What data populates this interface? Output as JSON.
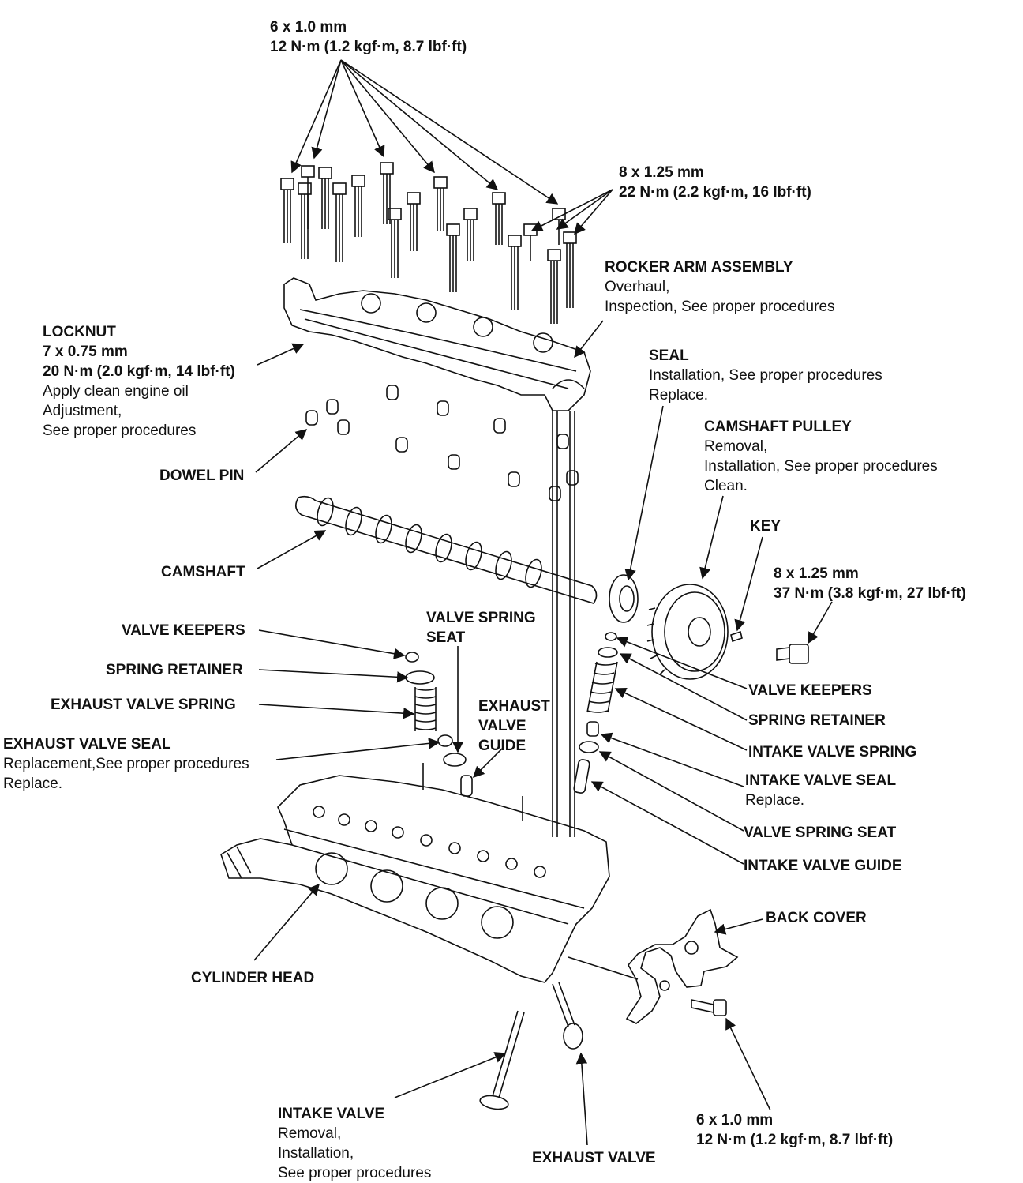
{
  "callouts": {
    "bolts_top": {
      "size": "6 x 1.0 mm",
      "torque": "12 N·m (1.2 kgf·m, 8.7 lbf·ft)"
    },
    "bolts_right": {
      "size": "8 x 1.25 mm",
      "torque": "22 N·m (2.2 kgf·m, 16 lbf·ft)"
    },
    "rocker_arm_assembly": {
      "title": "ROCKER ARM ASSEMBLY",
      "line1": "Overhaul,",
      "line2": "Inspection, See proper procedures"
    },
    "locknut": {
      "title": "LOCKNUT",
      "size": "7 x 0.75 mm",
      "torque": "20 N·m (2.0 kgf·m, 14 lbf·ft)",
      "line1": "Apply clean engine oil",
      "line2": "Adjustment,",
      "line3": "See proper procedures"
    },
    "seal": {
      "title": "SEAL",
      "line1": "Installation, See proper procedures",
      "line2": "Replace."
    },
    "camshaft_pulley": {
      "title": "CAMSHAFT PULLEY",
      "line1": "Removal,",
      "line2": "Installation, See proper procedures",
      "line3": "Clean."
    },
    "dowel_pin": {
      "title": "DOWEL PIN"
    },
    "key": {
      "title": "KEY"
    },
    "pulley_bolt": {
      "size": "8 x 1.25 mm",
      "torque": "37 N·m (3.8 kgf·m, 27 lbf·ft)"
    },
    "camshaft": {
      "title": "CAMSHAFT"
    },
    "valve_spring_seat_left": {
      "line1": "VALVE SPRING",
      "line2": "SEAT"
    },
    "valve_keepers_left": {
      "title": "VALVE KEEPERS"
    },
    "spring_retainer_left": {
      "title": "SPRING RETAINER"
    },
    "exhaust_valve_spring": {
      "title": "EXHAUST VALVE SPRING"
    },
    "exhaust_valve_guide": {
      "line1": "EXHAUST",
      "line2": "VALVE",
      "line3": "GUIDE"
    },
    "exhaust_valve_seal": {
      "title": "EXHAUST VALVE SEAL",
      "line1": "Replacement,See proper procedures",
      "line2": "Replace."
    },
    "valve_keepers_right": {
      "title": "VALVE KEEPERS"
    },
    "spring_retainer_right": {
      "title": "SPRING RETAINER"
    },
    "intake_valve_spring": {
      "title": "INTAKE VALVE SPRING"
    },
    "intake_valve_seal": {
      "title": "INTAKE VALVE SEAL",
      "line1": "Replace."
    },
    "valve_spring_seat_right": {
      "title": "VALVE SPRING SEAT"
    },
    "intake_valve_guide": {
      "title": "INTAKE VALVE GUIDE"
    },
    "back_cover": {
      "title": "BACK COVER"
    },
    "cylinder_head": {
      "title": "CYLINDER HEAD"
    },
    "intake_valve": {
      "title": "INTAKE VALVE",
      "line1": "Removal,",
      "line2": "Installation,",
      "line3": "See proper procedures"
    },
    "exhaust_valve": {
      "title": "EXHAUST VALVE"
    },
    "back_cover_bolt": {
      "size": "6 x 1.0 mm",
      "torque": "12 N·m (1.2 kgf·m, 8.7 lbf·ft)"
    }
  }
}
